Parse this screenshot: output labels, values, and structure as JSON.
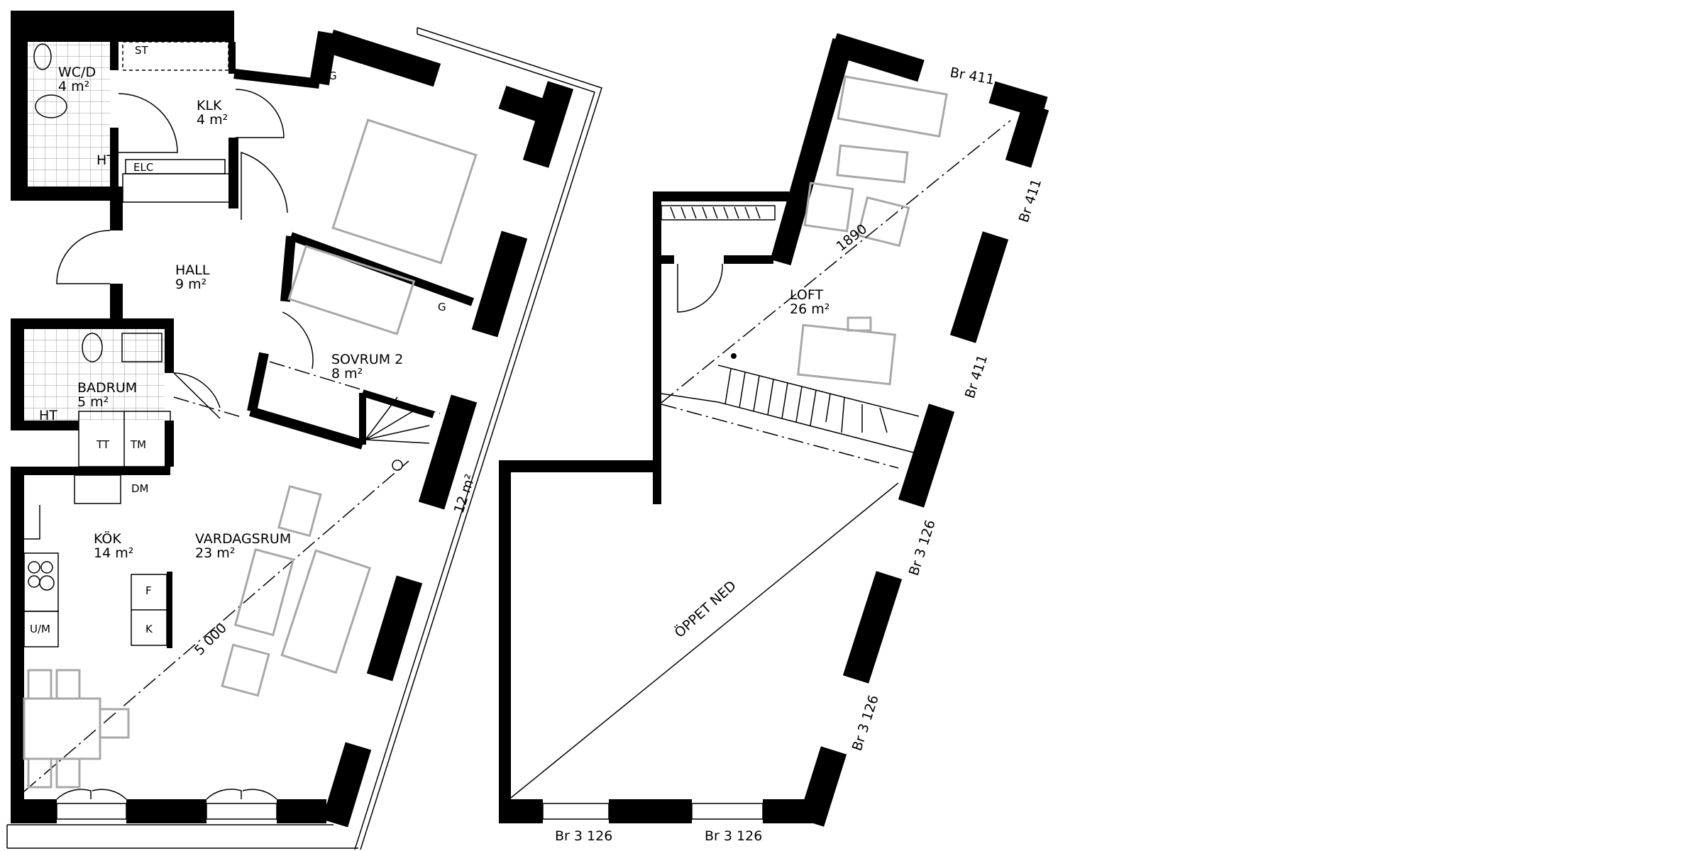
{
  "ground_floor": {
    "rooms": [
      {
        "name": "WC/D",
        "area": "4 m²"
      },
      {
        "name": "KLK",
        "area": "4 m²"
      },
      {
        "name": "HALL",
        "area": "9 m²"
      },
      {
        "name": "BADRUM",
        "area": "5 m²"
      },
      {
        "name": "SOVRUM 2",
        "area": "8 m²"
      },
      {
        "name": "KÖK",
        "area": "14 m²"
      },
      {
        "name": "VARDAGSRUM",
        "area": "23 m²"
      }
    ],
    "balcony_area": "12 m²",
    "fixtures": {
      "storage": "ST",
      "electrical": "ELC",
      "ht_wc": "HT",
      "ht_bath": "HT",
      "tumble_dryer": "TT",
      "washing_machine": "TM",
      "dishwasher": "DM",
      "freezer": "F",
      "fridge": "K",
      "oven_micro": "U/M",
      "wardrobe_1": "G",
      "wardrobe_2": "G"
    },
    "dimension": "5 000"
  },
  "loft": {
    "room": {
      "name": "LOFT",
      "area": "26 m²"
    },
    "dimension": "1890",
    "opening": "ÖPPET NED",
    "windows": [
      "Br 411",
      "Br 411",
      "Br 411",
      "Br 3 126",
      "Br 3 126",
      "Br 3 126",
      "Br 3 126"
    ]
  }
}
